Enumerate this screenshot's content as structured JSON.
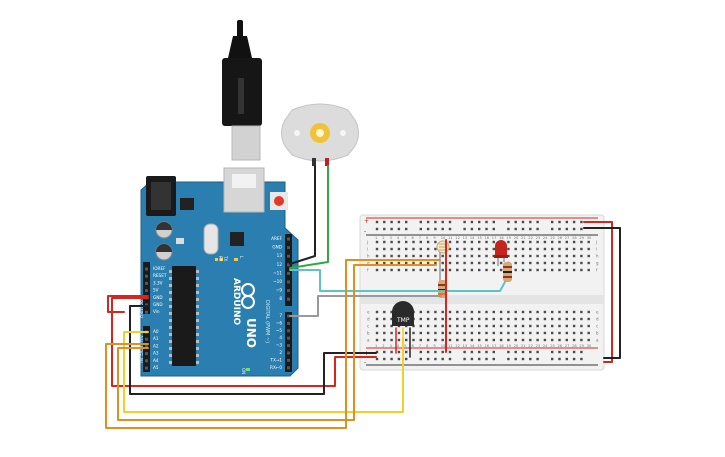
{
  "arduino": {
    "brand": "ARDUINO",
    "model": "UNO",
    "power_pins": [
      "IOREF",
      "RESET",
      "3.3V",
      "5V",
      "GND",
      "GND",
      "Vin"
    ],
    "power_header_label": "POWER",
    "analog_pins": [
      "A0",
      "A1",
      "A2",
      "A3",
      "A4",
      "A5"
    ],
    "analog_header_label": "ANALOG IN",
    "digital_top_pins": [
      "AREF",
      "GND",
      "13",
      "12",
      "~11",
      "~10",
      "~9",
      "8"
    ],
    "digital_bottom_pins": [
      "7",
      "~6",
      "~5",
      "4",
      "~3",
      "2",
      "TX→1",
      "RX←0"
    ],
    "digital_header_label": "DIGITAL (PWM ~)",
    "leds": [
      "L",
      "TX",
      "RX"
    ],
    "on_label": "ON"
  },
  "sensor": {
    "label": "TMP"
  },
  "breadboard": {
    "row_letters_top": [
      "j",
      "i",
      "h",
      "g",
      "f"
    ],
    "row_letters_bottom": [
      "e",
      "d",
      "c",
      "b",
      "a"
    ],
    "column_numbers": [
      "1",
      "2",
      "3",
      "4",
      "5",
      "6",
      "7",
      "8",
      "9",
      "10",
      "11",
      "12",
      "13",
      "14",
      "15",
      "16",
      "17",
      "18",
      "19",
      "20",
      "21",
      "22",
      "23",
      "24",
      "25",
      "26",
      "27",
      "28",
      "29",
      "30"
    ],
    "plus": "+",
    "minus": "-"
  },
  "colors": {
    "board": "#2a7fb0",
    "board_dark": "#1d5f86",
    "breadboard": "#f2f2f2",
    "wire_red": "#d9251d",
    "wire_black": "#222222",
    "wire_green": "#2faa3e",
    "wire_teal": "#5cc3c6",
    "wire_gray": "#9a9a9a",
    "wire_orange": "#e28f1d",
    "wire_yellow": "#f2cf2a",
    "led": "#c4241c"
  }
}
